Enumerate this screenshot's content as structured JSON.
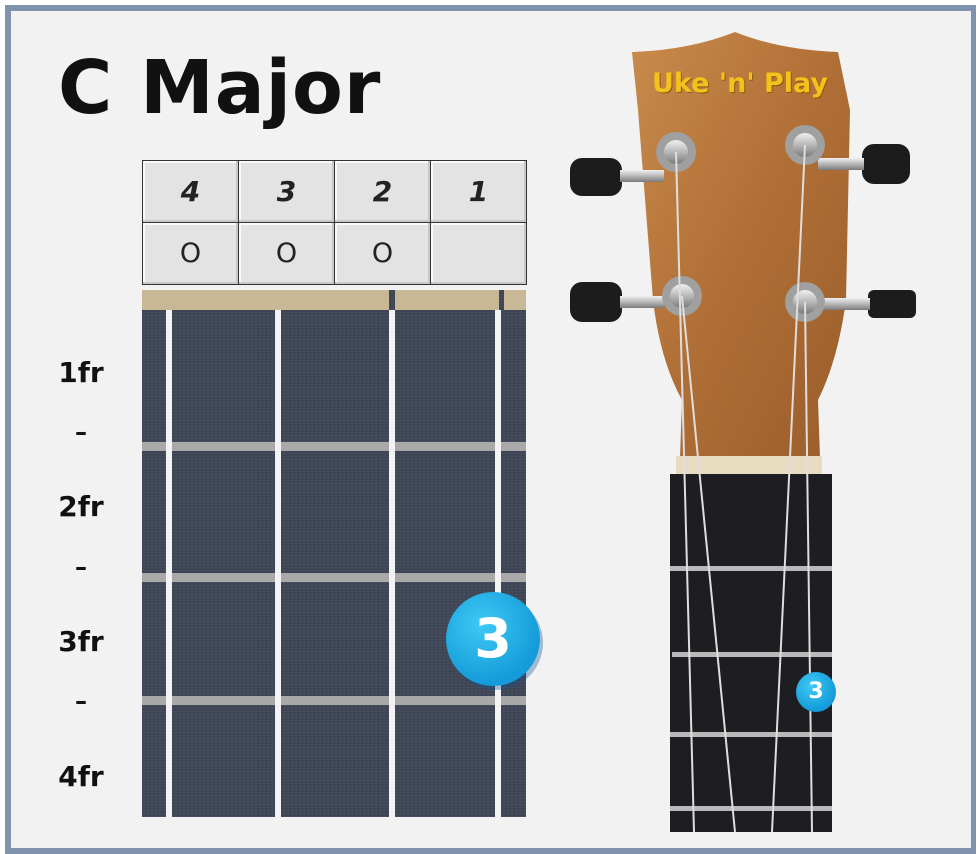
{
  "chord": {
    "title": "C Major"
  },
  "strings": [
    {
      "number": "4",
      "state": "O"
    },
    {
      "number": "3",
      "state": "O"
    },
    {
      "number": "2",
      "state": "O"
    },
    {
      "number": "1",
      "state": ""
    }
  ],
  "frets": {
    "labels": [
      "1fr",
      "2fr",
      "3fr",
      "4fr"
    ],
    "separator": "–"
  },
  "finger": {
    "label": "3",
    "string": "1",
    "fret": "3fr"
  },
  "ukulele": {
    "brand": "Uke 'n' Play"
  },
  "colors": {
    "frame": "#7f93ad",
    "fretboard": "#3f4758",
    "finger": "#149bd9",
    "brand": "#f3c21b",
    "headstock": "#b9743a"
  }
}
